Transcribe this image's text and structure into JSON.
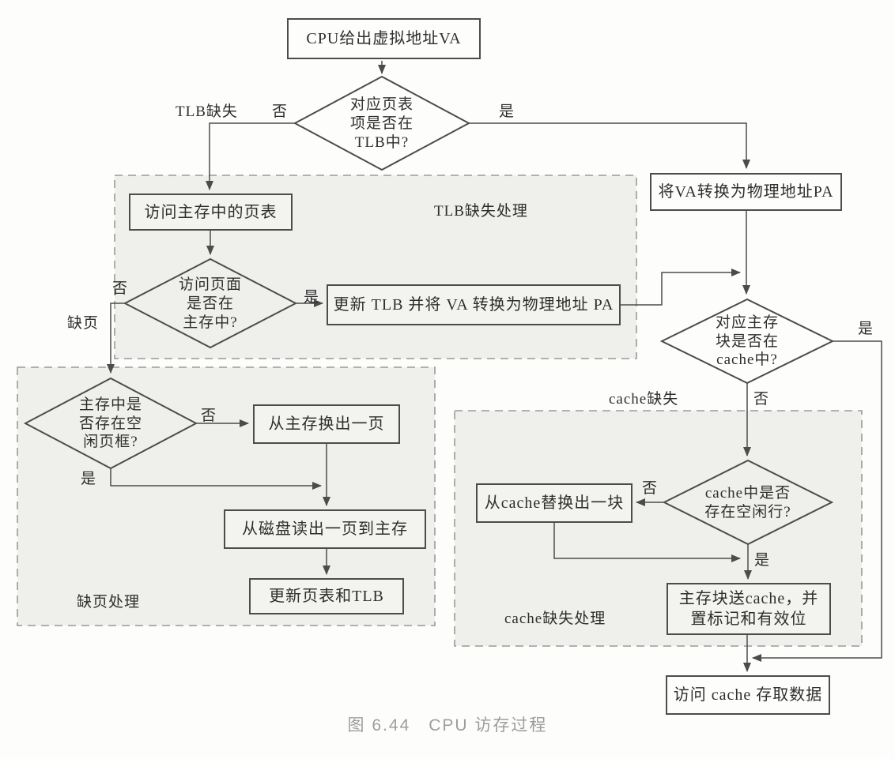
{
  "caption": "图 6.44　CPU 访存过程",
  "labels": {
    "yes": "是",
    "no": "否",
    "tlb_miss": "TLB缺失",
    "page_fault": "缺页",
    "tlb_miss_handling": "TLB缺失处理",
    "page_fault_handling": "缺页处理",
    "cache_miss": "cache缺失",
    "cache_miss_handling": "cache缺失处理"
  },
  "nodes": {
    "cpu_va": "CPU给出虚拟地址VA",
    "tlb_check": "对应页表\n项是否在\nTLB中?",
    "access_page_table": "访问主存中的页表",
    "page_in_mem_check": "访问页面\n是否在\n主存中?",
    "update_tlb_translate": "更新 TLB 并将 VA 转换为物理地址 PA",
    "translate_va_pa": "将VA转换为物理地址PA",
    "cache_check": "对应主存\n块是否在\ncache中?",
    "free_frame_check": "主存中是\n否存在空\n闲页框?",
    "swap_out_page": "从主存换出一页",
    "read_page_from_disk": "从磁盘读出一页到主存",
    "update_page_table_tlb": "更新页表和TLB",
    "free_line_check": "cache中是否\n存在空闲行?",
    "replace_cache_block": "从cache替换出一块",
    "load_block_to_cache": "主存块送cache，并\n置标记和有效位",
    "access_cache": "访问 cache 存取数据"
  },
  "colors": {
    "line": "#4c4c4c",
    "dashed_border": "#9a9a9a",
    "region_fill": "#efefec",
    "caption_gray": "#9d9d9d"
  }
}
